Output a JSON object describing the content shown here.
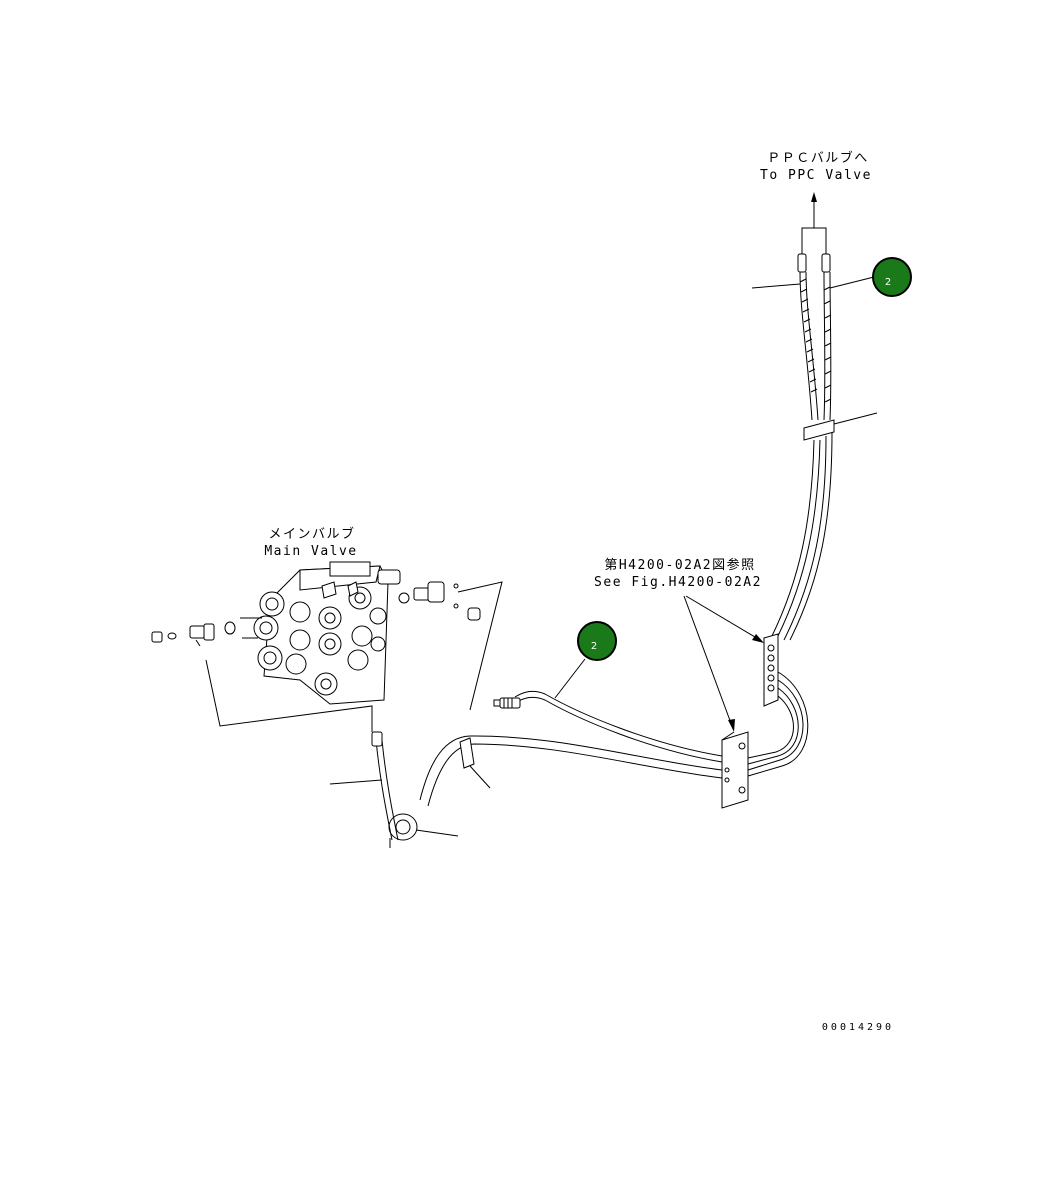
{
  "labels": {
    "ppc_jp": "ＰＰＣバルブへ",
    "ppc_en": "To PPC Valve",
    "main_jp": "メインバルブ",
    "main_en": "Main Valve",
    "ref_jp": "第H4200-02A2図参照",
    "ref_en": "See Fig.H4200-02A2",
    "drawing_no": "00014290"
  },
  "callouts": [
    {
      "id": "callout-2-upper",
      "number": "2"
    },
    {
      "id": "callout-2-lower",
      "number": "2"
    }
  ],
  "colors": {
    "callout_fill": "#1a7a1a",
    "callout_ring": "#000000",
    "line": "#000000",
    "background": "#ffffff"
  }
}
